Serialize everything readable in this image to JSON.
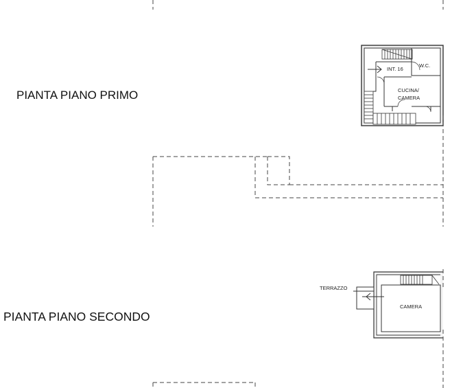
{
  "drawing": {
    "floors": [
      {
        "title": "PIANTA PIANO PRIMO",
        "rooms": [
          "INT. 16",
          "W.C.",
          "CUCINA/",
          "CAMERA"
        ]
      },
      {
        "title": "PIANTA PIANO SECONDO",
        "rooms": [
          "TERRAZZO",
          "CAMERA"
        ]
      }
    ]
  }
}
